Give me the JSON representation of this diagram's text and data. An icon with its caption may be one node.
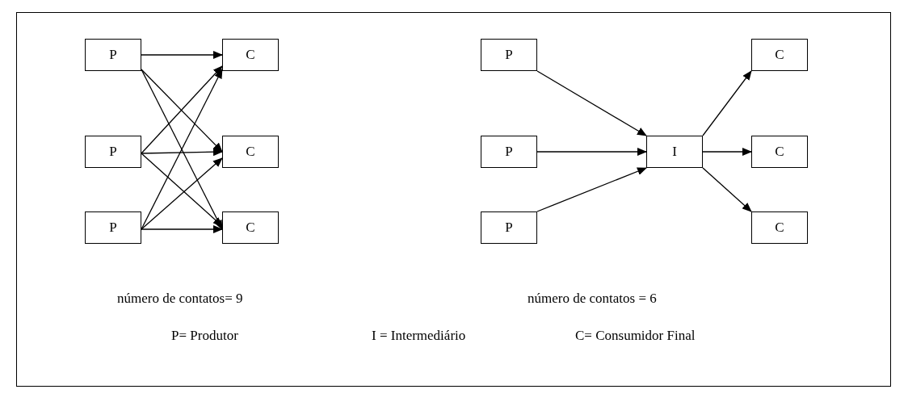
{
  "diagram": {
    "nodes": [
      {
        "text": [
          "P"
        ]
      },
      {
        "text": [
          "P"
        ]
      },
      {
        "text": [
          "P"
        ]
      },
      {
        "text": [
          "C"
        ]
      },
      {
        "text": [
          "C"
        ]
      },
      {
        "text": [
          "C"
        ]
      },
      {
        "text": [
          "P"
        ]
      },
      {
        "text": [
          "P"
        ]
      },
      {
        "text": [
          "P"
        ]
      },
      {
        "text": [
          "I"
        ]
      },
      {
        "text": [
          "C"
        ]
      },
      {
        "text": [
          "C"
        ]
      },
      {
        "text": [
          "C"
        ]
      }
    ],
    "edges": [
      {
        "from": 0,
        "to": 3,
        "arrow": "to"
      },
      {
        "from": 0,
        "to": 4,
        "arrow": "to"
      },
      {
        "from": 0,
        "to": 5,
        "arrow": "to"
      },
      {
        "from": 1,
        "to": 3,
        "arrow": "to"
      },
      {
        "from": 1,
        "to": 4,
        "arrow": "to"
      },
      {
        "from": 1,
        "to": 5,
        "arrow": "to"
      },
      {
        "from": 2,
        "to": 3,
        "arrow": "to"
      },
      {
        "from": 2,
        "to": 4,
        "arrow": "to"
      },
      {
        "from": 2,
        "to": 5,
        "arrow": "to"
      },
      {
        "from": 6,
        "to": 9,
        "arrow": "to"
      },
      {
        "from": 7,
        "to": 9,
        "arrow": "to"
      },
      {
        "from": 8,
        "to": 9,
        "arrow": "to"
      },
      {
        "from": 9,
        "to": 10,
        "arrow": "to"
      },
      {
        "from": 9,
        "to": 11,
        "arrow": "to"
      },
      {
        "from": 9,
        "to": 12,
        "arrow": "to"
      }
    ],
    "labels": [
      "número de contatos= 9",
      "número de contatos = 6",
      "P= Produtor",
      "I = Intermediário",
      "C= Consumidor Final"
    ]
  }
}
